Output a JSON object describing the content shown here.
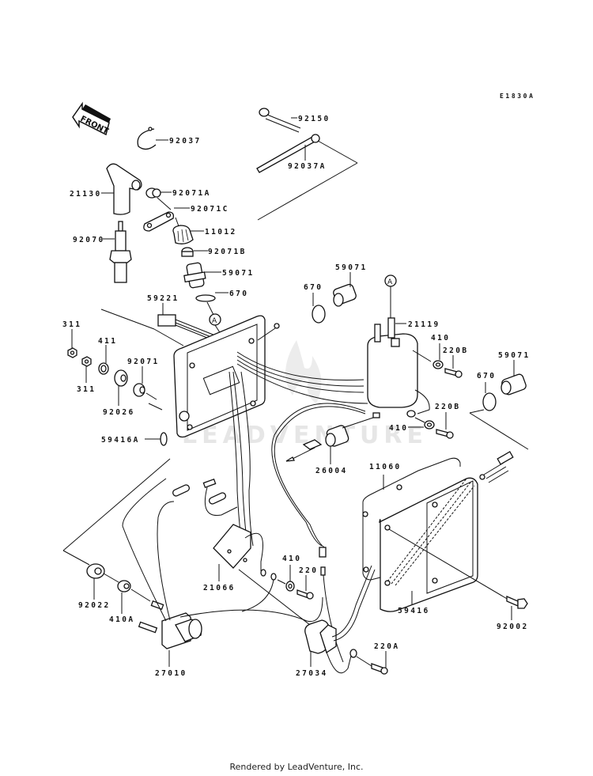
{
  "diagram": {
    "code": "E1830A",
    "front_label": "FRONT",
    "watermark": "LEADVENTURE",
    "ref_marker": "A",
    "labels": {
      "p92037": "92037",
      "p92150": "92150",
      "p92037A": "92037A",
      "p21130": "21130",
      "p92071A": "92071A",
      "p92071C": "92071C",
      "p92070": "92070",
      "p11012": "11012",
      "p92071B": "92071B",
      "p59071_top": "59071",
      "p670_top": "670",
      "p59221": "59221",
      "p311_a": "311",
      "p311_b": "311",
      "p411": "411",
      "p92071": "92071",
      "p92026": "92026",
      "p59416A": "59416A",
      "p670_mid": "670",
      "p59071_mid": "59071",
      "p21119": "21119",
      "p410_a": "410",
      "p220B_a": "220B",
      "p59071_right": "59071",
      "p670_right": "670",
      "p220B_b": "220B",
      "p410_b": "410",
      "p26004": "26004",
      "p11060": "11060",
      "p59416": "59416",
      "p92002": "92002",
      "p92022": "92022",
      "p410A": "410A",
      "p21066": "21066",
      "p410_c": "410",
      "p220": "220",
      "p27010": "27010",
      "p27034": "27034",
      "p220A": "220A"
    }
  },
  "footer": {
    "text": "Rendered by LeadVenture, Inc."
  }
}
